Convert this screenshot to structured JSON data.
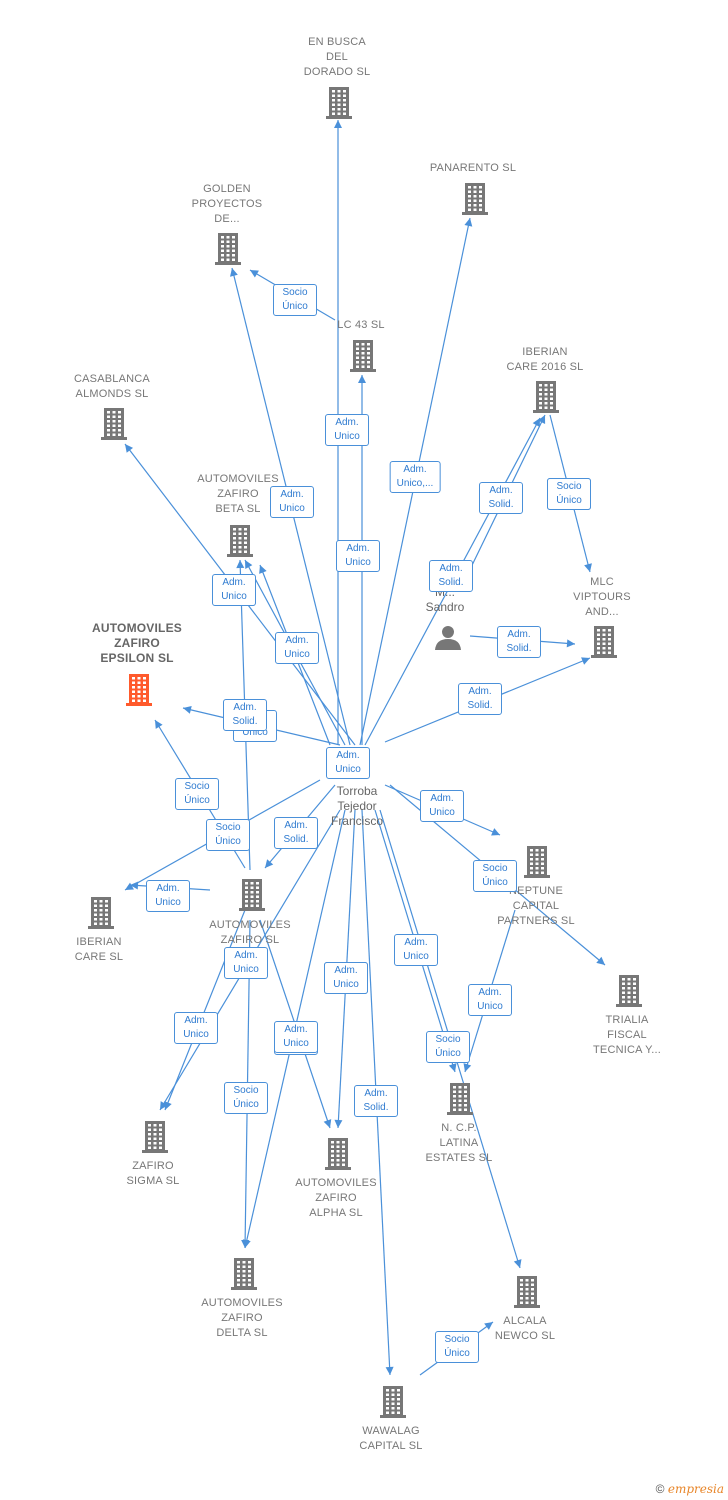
{
  "colors": {
    "edge": "#4a90d9",
    "node": "#777777",
    "focus": "#ff5a2c",
    "label_border": "#4a90d9"
  },
  "nodes": [
    {
      "id": "en_busca",
      "label": "EN BUSCA\nDEL\nDORADO  SL",
      "kind": "company"
    },
    {
      "id": "panarento",
      "label": "PANARENTO SL",
      "kind": "company"
    },
    {
      "id": "golden",
      "label": "GOLDEN\nPROYECTOS\nDE...",
      "kind": "company"
    },
    {
      "id": "lc43",
      "label": "LC 43 SL",
      "kind": "company"
    },
    {
      "id": "iberian2016",
      "label": "IBERIAN\nCARE 2016  SL",
      "kind": "company"
    },
    {
      "id": "casablanca",
      "label": "CASABLANCA\nALMONDS  SL",
      "kind": "company"
    },
    {
      "id": "beta",
      "label": "AUTOMOVILES\nZAFIRO\nBETA  SL",
      "kind": "company"
    },
    {
      "id": "epsilon",
      "label": "AUTOMOVILES\nZAFIRO\nEPSILON  SL",
      "kind": "focus"
    },
    {
      "id": "mlc",
      "label": "MLC\nVIPTOURS\nAND...",
      "kind": "company"
    },
    {
      "id": "iberian",
      "label": "IBERIAN\nCARE  SL",
      "kind": "company"
    },
    {
      "id": "zafiro",
      "label": "AUTOMOVILES\nZAFIRO  SL",
      "kind": "company"
    },
    {
      "id": "neptune",
      "label": "NEPTUNE\nCAPITAL\nPARTNERS  SL",
      "kind": "company"
    },
    {
      "id": "trialia",
      "label": "TRIALIA\nFISCAL\nTECNICA Y...",
      "kind": "company"
    },
    {
      "id": "sigma",
      "label": "ZAFIRO\nSIGMA  SL",
      "kind": "company"
    },
    {
      "id": "alpha",
      "label": "AUTOMOVILES\nZAFIRO\nALPHA  SL",
      "kind": "company"
    },
    {
      "id": "ncp",
      "label": "N. C.P.\nLATINA\nESTATES  SL",
      "kind": "company"
    },
    {
      "id": "delta",
      "label": "AUTOMOVILES\nZAFIRO\nDELTA  SL",
      "kind": "company"
    },
    {
      "id": "alcala",
      "label": "ALCALA\nNEWCO  SL",
      "kind": "company"
    },
    {
      "id": "wawalag",
      "label": "WAWALAG\nCAPITAL  SL",
      "kind": "company"
    }
  ],
  "persons": [
    {
      "id": "torroba",
      "label": "Torroba\nTejedor\nFrancisco"
    },
    {
      "id": "sandro",
      "label": "V...\nM...\nSandro"
    }
  ],
  "edge_labels": [
    "Socio\nÚnico",
    "Adm.\nUnico",
    "Adm.\nUnico,...",
    "Adm.\nSolid.",
    "Socio\nÚnico",
    "Adm.\nUnico",
    "Adm.\nUnico",
    "Adm.\nUnico",
    "Adm.\nSolid.",
    "Adm.\nSolid.",
    "Adm.\nUnico",
    "Adm.\nSolid.",
    "Socio\nÚnico",
    "Adm.\nUnico",
    "Adm.\nSolid.",
    "Socio\nÚnico",
    "Adm.\nUnico",
    "Adm.\nUnico",
    "Adm.\nSolid.",
    "Adm.\nUnico",
    "Socio\nÚnico",
    "Adm.\nUnico",
    "Adm.\nUnico",
    "Adm.\nUnico",
    "Socio\nÚnico",
    "Adm.\nUnico",
    "Socio\nÚnico",
    "Adm.\nSolid.",
    "Socio\nÚnico",
    "Adm.\nUnico",
    "Socio\nÚnico",
    "Adm.\nUnico",
    "Adm.\nUnico",
    "Socio\nÚnico"
  ],
  "footer": {
    "copyright": "©",
    "brand": "empresia"
  }
}
